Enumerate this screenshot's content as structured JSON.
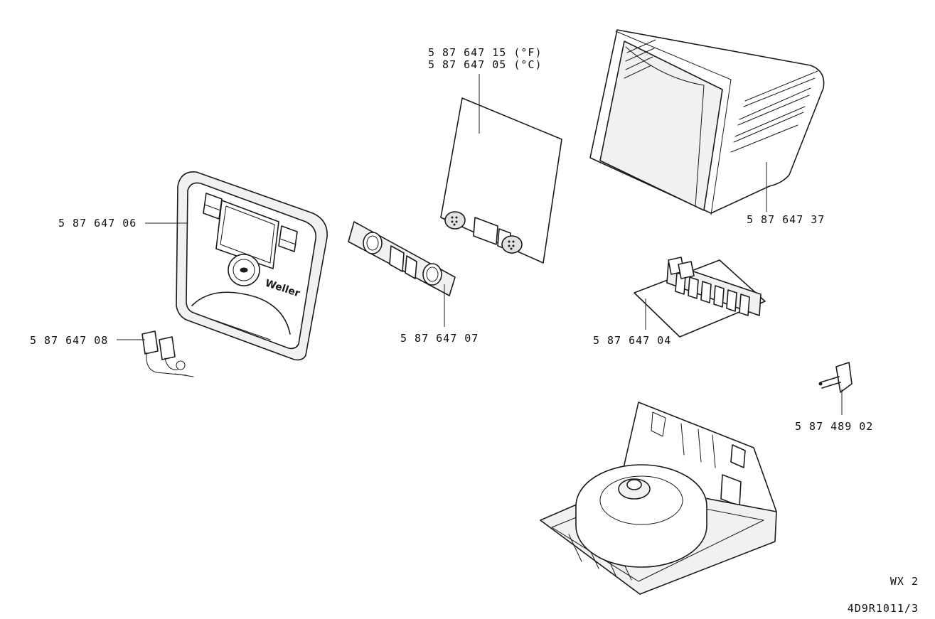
{
  "labels": {
    "front_panel": "5 87 647 06",
    "cable_module": "5 87 647 08",
    "switch_panel": "5 87 647 07",
    "control_board_f": "5 87 647 15 (°F)",
    "control_board_c": "5 87 647 05 (°C)",
    "housing": "5 87 647 37",
    "terminal_board": "5 87 647 04",
    "power_plug": "5 87 489 02"
  },
  "footer": {
    "model": "WX 2",
    "document_code": "4D9R1011/3"
  },
  "brand_mark": "Weller"
}
